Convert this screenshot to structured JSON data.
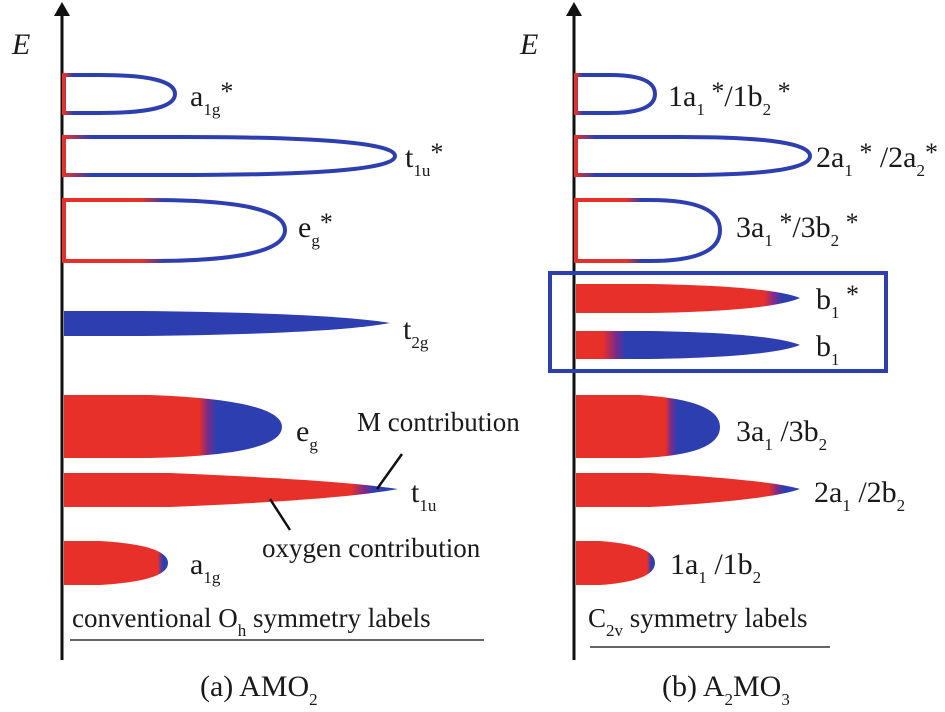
{
  "colors": {
    "metal": "#2d3fb0",
    "oxygen": "#e8302a",
    "axis": "#111111",
    "underline": "#666666",
    "box": "#2d3fb0"
  },
  "energy_axis_label": "E",
  "panel_a": {
    "caption": {
      "prefix": "(a) AMO",
      "sub": "2"
    },
    "symmetry_label": {
      "before": "conventional O",
      "sub": "h",
      "after": " symmetry labels"
    },
    "annotations": {
      "metal": "M contribution",
      "oxygen": "oxygen contribution"
    },
    "levels": [
      {
        "name": "a",
        "sub": "1g",
        "star": "*",
        "metal_fraction": 0.97,
        "filled": false
      },
      {
        "name": "t",
        "sub": "1u",
        "star": "*",
        "metal_fraction": 0.97,
        "filled": false
      },
      {
        "name": "e",
        "sub": "g",
        "star": "*",
        "metal_fraction": 0.75,
        "filled": false
      },
      {
        "name": "t",
        "sub": "2g",
        "star": "",
        "metal_fraction": 1.0,
        "filled": true
      },
      {
        "name": "e",
        "sub": "g",
        "star": "",
        "metal_fraction": 0.3,
        "filled": true
      },
      {
        "name": "t",
        "sub": "1u",
        "star": "",
        "metal_fraction": 0.1,
        "filled": true
      },
      {
        "name": "a",
        "sub": "1g",
        "star": "",
        "metal_fraction": 0.05,
        "filled": true
      }
    ]
  },
  "panel_b": {
    "caption": {
      "prefix": "(b) A",
      "sub1": "2",
      "mid": "MO",
      "sub2": "3"
    },
    "symmetry_label": {
      "before": "C",
      "sub": "2v",
      "after": " symmetry labels"
    },
    "levels": [
      {
        "parts": [
          [
            "1a",
            "1",
            " *"
          ],
          [
            "/1b",
            "2",
            " *"
          ]
        ],
        "filled": false,
        "metal_fraction": 0.97
      },
      {
        "parts": [
          [
            "2a",
            "1",
            " *"
          ],
          [
            " /2a",
            "2",
            "*"
          ]
        ],
        "filled": false,
        "metal_fraction": 0.97
      },
      {
        "parts": [
          [
            "3a",
            "1",
            " *"
          ],
          [
            "/3b",
            "2",
            " *"
          ]
        ],
        "filled": false,
        "metal_fraction": 0.75
      },
      {
        "parts": [
          [
            "b",
            "1",
            " *"
          ]
        ],
        "filled": true,
        "metal_fraction": 0.15
      },
      {
        "parts": [
          [
            "b",
            "1",
            ""
          ]
        ],
        "filled": true,
        "metal_fraction": 0.85
      },
      {
        "parts": [
          [
            "3a",
            "1",
            " "
          ],
          [
            "/3b",
            "2",
            ""
          ]
        ],
        "filled": true,
        "metal_fraction": 0.3
      },
      {
        "parts": [
          [
            "2a",
            "1",
            " "
          ],
          [
            "/2b",
            "2",
            ""
          ]
        ],
        "filled": true,
        "metal_fraction": 0.1
      },
      {
        "parts": [
          [
            "1a",
            "1",
            " "
          ],
          [
            "/1b",
            "2",
            ""
          ]
        ],
        "filled": true,
        "metal_fraction": 0.05
      }
    ]
  }
}
